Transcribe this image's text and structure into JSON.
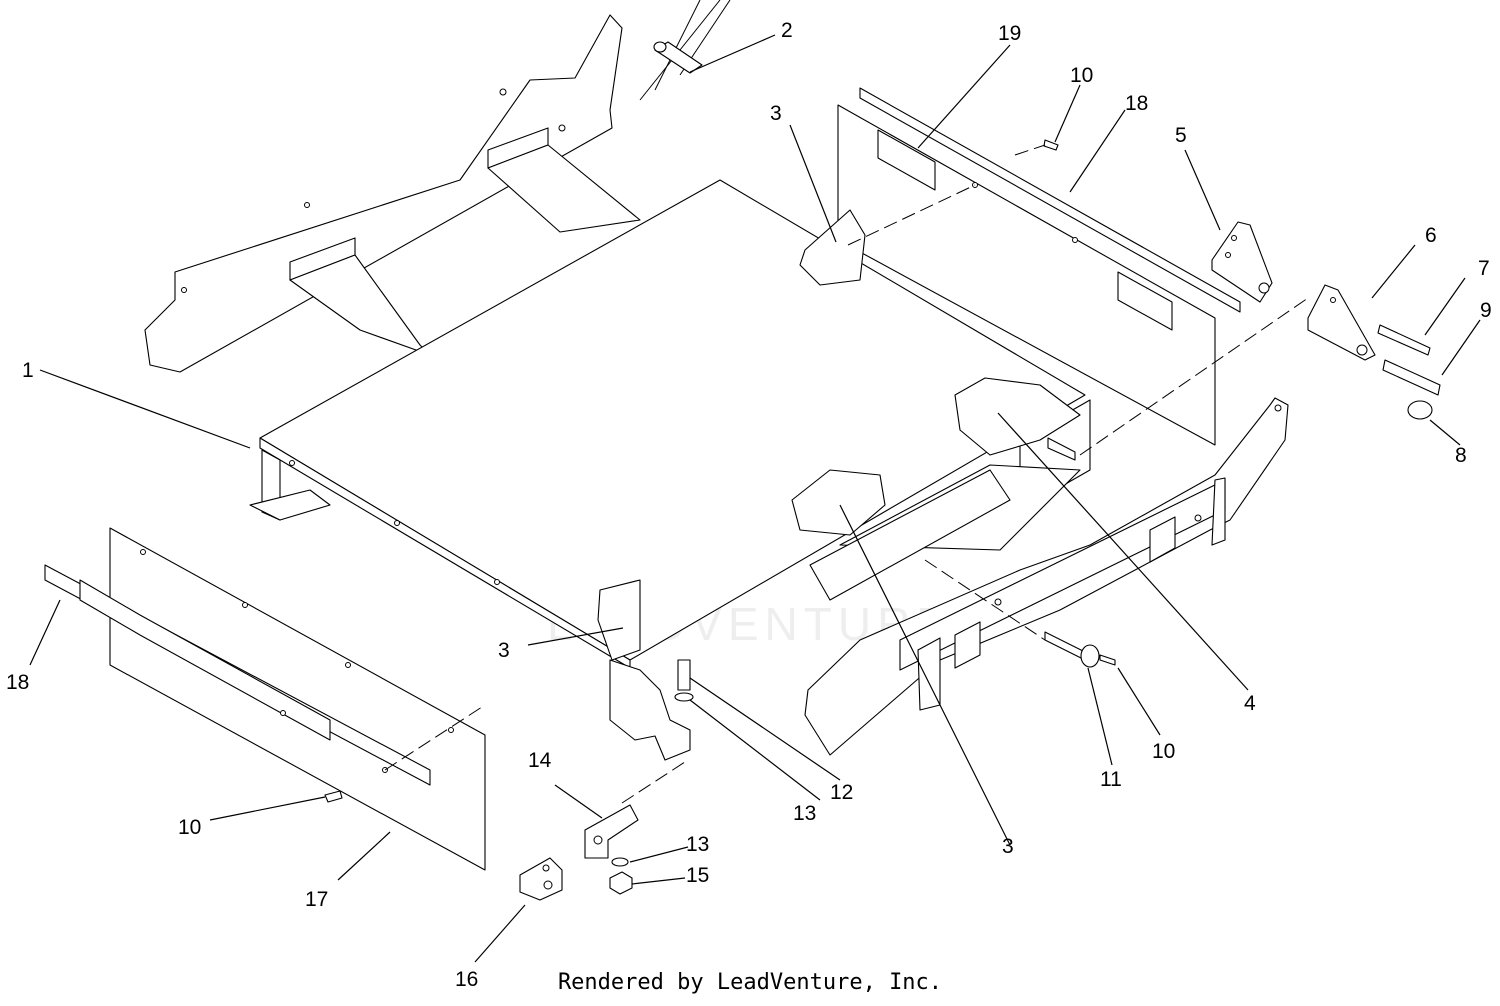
{
  "diagram": {
    "callouts": [
      {
        "label": "1"
      },
      {
        "label": "2"
      },
      {
        "label": "3"
      },
      {
        "label": "3"
      },
      {
        "label": "3"
      },
      {
        "label": "4"
      },
      {
        "label": "5"
      },
      {
        "label": "6"
      },
      {
        "label": "7"
      },
      {
        "label": "8"
      },
      {
        "label": "9"
      },
      {
        "label": "10"
      },
      {
        "label": "10"
      },
      {
        "label": "10"
      },
      {
        "label": "11"
      },
      {
        "label": "12"
      },
      {
        "label": "13"
      },
      {
        "label": "13"
      },
      {
        "label": "14"
      },
      {
        "label": "15"
      },
      {
        "label": "16"
      },
      {
        "label": "17"
      },
      {
        "label": "18"
      },
      {
        "label": "18"
      },
      {
        "label": "19"
      }
    ],
    "watermark": "LEADVENTURE"
  },
  "footer": {
    "credit": "Rendered by LeadVenture, Inc."
  }
}
